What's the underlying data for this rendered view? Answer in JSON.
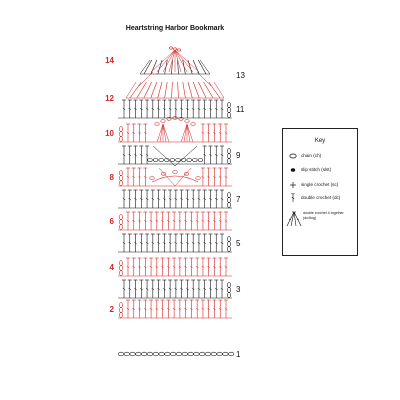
{
  "title": "Heartstring Harbor Bookmark",
  "rows": [
    {
      "num": "1",
      "type": "chain"
    },
    {
      "num": "2",
      "type": "dc"
    },
    {
      "num": "3",
      "type": "dc"
    },
    {
      "num": "4",
      "type": "dc"
    },
    {
      "num": "5",
      "type": "dc"
    },
    {
      "num": "6",
      "type": "dc"
    },
    {
      "num": "7",
      "type": "dc"
    },
    {
      "num": "8",
      "type": "dc_motif"
    },
    {
      "num": "9",
      "type": "dc_motif"
    },
    {
      "num": "10",
      "type": "dc_motif"
    },
    {
      "num": "11",
      "type": "dc"
    },
    {
      "num": "12",
      "type": "taper"
    },
    {
      "num": "13",
      "type": "taper"
    },
    {
      "num": "14",
      "type": "peak"
    }
  ],
  "colors": {
    "odd_row": "#111111",
    "even_row": "#d42424"
  },
  "key": {
    "title": "Key",
    "items": [
      {
        "icon": "chain-oval-icon",
        "label": "chain (ch)"
      },
      {
        "icon": "slip-stitch-dot-icon",
        "label": "slip stitch (slst)"
      },
      {
        "icon": "single-crochet-plus-icon",
        "label": "single crochet (sc)"
      },
      {
        "icon": "double-crochet-icon",
        "label": "double crochet (dc)"
      },
      {
        "icon": "dc-together-icon",
        "label": "double crochet 4 together (dc4tog)"
      }
    ]
  }
}
